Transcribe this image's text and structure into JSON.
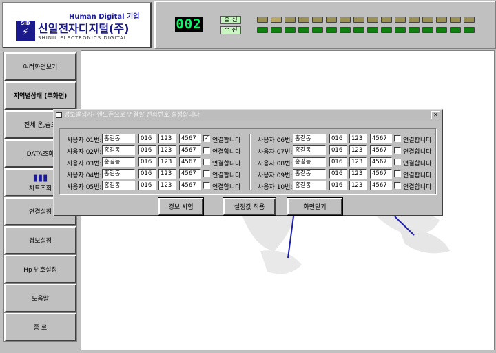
{
  "header": {
    "tagline": "Human Digital 기업",
    "company": "신일전자디지털(주)",
    "company_en": "SHINIL ELECTRONICS DIGITAL",
    "logo_text": "SID",
    "counter": "002",
    "send_label": "송 신",
    "recv_label": "수 신",
    "lamp_count": 16,
    "send_color": "#9a9050",
    "send_active_color": "#b8a860",
    "recv_color": "#108010"
  },
  "sidebar": {
    "items": [
      {
        "label": "여러화면보기"
      },
      {
        "label": "지역별상태 (주화면)"
      },
      {
        "label": "전체 온,습도"
      },
      {
        "label": "DATA조회"
      },
      {
        "label": "차트조회"
      },
      {
        "label": "연결설정"
      },
      {
        "label": "경보설정"
      },
      {
        "label": "Hp 번호설정"
      },
      {
        "label": "도움말"
      },
      {
        "label": "종 료"
      }
    ]
  },
  "dialog": {
    "title": "경보발생시- 핸드폰으로 연결할 전화번호 설정합니다",
    "close": "✕",
    "users": [
      {
        "label": "사용자 01번:",
        "name": "홍길동",
        "p1": "016",
        "p2": "123",
        "p3": "4567",
        "checked": true,
        "check_label": "연결합니다"
      },
      {
        "label": "사용자 02번:",
        "name": "홍길동",
        "p1": "016",
        "p2": "123",
        "p3": "4567",
        "checked": false,
        "check_label": "연결합니다"
      },
      {
        "label": "사용자 03번:",
        "name": "홍길동",
        "p1": "016",
        "p2": "123",
        "p3": "4567",
        "checked": false,
        "check_label": "연결합니다"
      },
      {
        "label": "사용자 04번:",
        "name": "홍길동",
        "p1": "016",
        "p2": "123",
        "p3": "4567",
        "checked": false,
        "check_label": "연결합니다"
      },
      {
        "label": "사용자 05번:",
        "name": "홍길동",
        "p1": "016",
        "p2": "123",
        "p3": "4567",
        "checked": false,
        "check_label": "연결합니다"
      },
      {
        "label": "사용자 06번:",
        "name": "홍길동",
        "p1": "016",
        "p2": "123",
        "p3": "4567",
        "checked": false,
        "check_label": "연결합니다"
      },
      {
        "label": "사용자 07번:",
        "name": "홍길동",
        "p1": "016",
        "p2": "123",
        "p3": "4567",
        "checked": false,
        "check_label": "연결합니다"
      },
      {
        "label": "사용자 08번:",
        "name": "홍길동",
        "p1": "016",
        "p2": "123",
        "p3": "4567",
        "checked": false,
        "check_label": "연결합니다"
      },
      {
        "label": "사용자 09번:",
        "name": "홍길동",
        "p1": "016",
        "p2": "123",
        "p3": "4567",
        "checked": false,
        "check_label": "연결합니다"
      },
      {
        "label": "사용자 10번:",
        "name": "홍길동",
        "p1": "016",
        "p2": "123",
        "p3": "4567",
        "checked": false,
        "check_label": "연결합니다"
      }
    ],
    "buttons": {
      "test": "경보 시험",
      "apply": "설정값 적용",
      "close": "화면닫기"
    }
  }
}
